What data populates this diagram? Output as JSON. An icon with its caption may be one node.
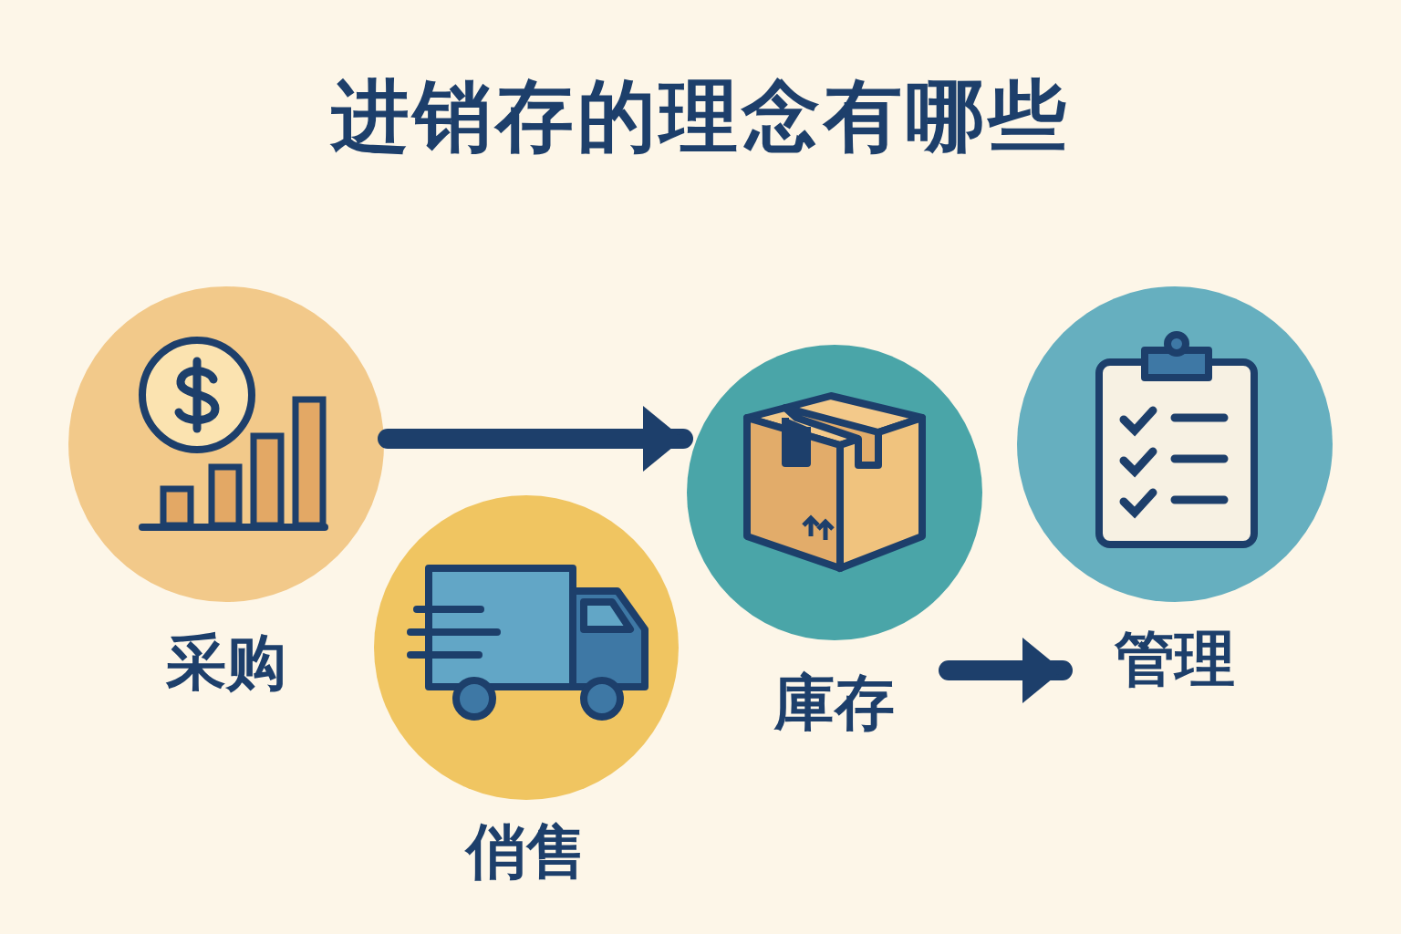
{
  "diagram": {
    "title": "进销存的理念有哪些",
    "nodes": [
      {
        "text": [
          "采购"
        ]
      },
      {
        "text": [
          "俏售"
        ]
      },
      {
        "text": [
          "庫存"
        ]
      },
      {
        "text": [
          "管理"
        ]
      }
    ],
    "edges": [
      {
        "from": 0,
        "to": 2,
        "arrow": "to"
      },
      {
        "from": 2,
        "to": 3,
        "arrow": "to"
      }
    ]
  }
}
